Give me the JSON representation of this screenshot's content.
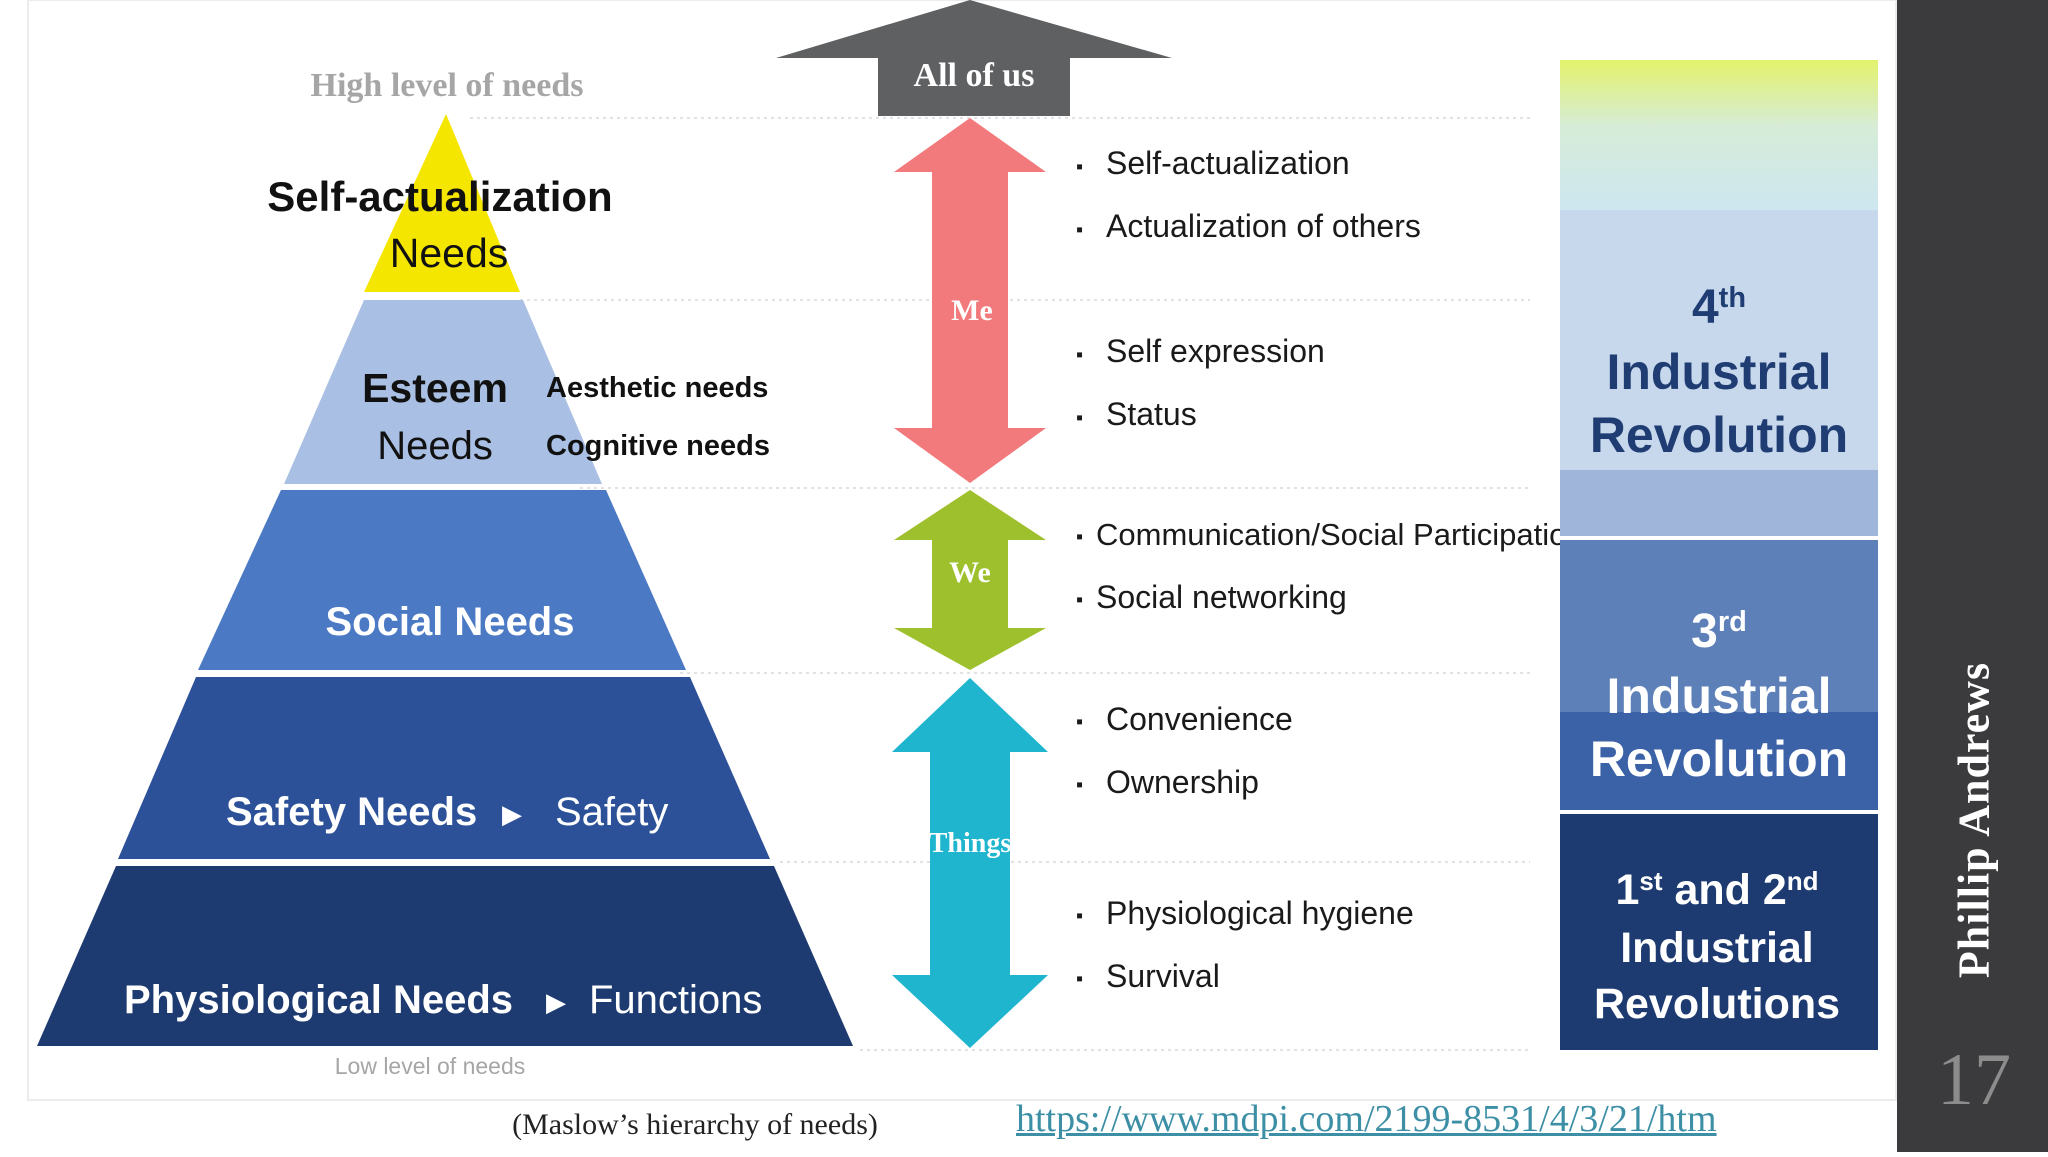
{
  "top_label": "High level of  needs",
  "bottom_label": "Low level of needs",
  "all_of_us": "All of us",
  "pyramid": {
    "self_actualization": {
      "title": "Self-actualization",
      "sub": "Needs"
    },
    "esteem": {
      "title": "Esteem",
      "sub": "Needs",
      "side1": "Aesthetic needs",
      "side2": "Cognitive needs"
    },
    "social": {
      "title": "Social Needs"
    },
    "safety": {
      "title": "Safety Needs",
      "arrow": "▶",
      "extra": "Safety"
    },
    "physiological": {
      "title": "Physiological  Needs",
      "arrow": "▶",
      "extra": "Functions"
    }
  },
  "arrows": {
    "me": "Me",
    "we": "We",
    "things": "Things"
  },
  "bullets": [
    {
      "text": "Self-actualization"
    },
    {
      "text": "Actualization of others"
    },
    {
      "text": "Self expression"
    },
    {
      "text": "Status"
    },
    {
      "text": "Communication/Social  Participation"
    },
    {
      "text": "Social networking"
    },
    {
      "text": "Convenience"
    },
    {
      "text": "Ownership"
    },
    {
      "text": "Physiological hygiene"
    },
    {
      "text": "Survival"
    }
  ],
  "bullet_marker": "▪",
  "revolutions": {
    "fourth": {
      "num": "4",
      "sup": "th",
      "line1": "Industrial",
      "line2": "Revolution"
    },
    "third": {
      "num": "3",
      "sup": "rd",
      "line1": "Industrial",
      "line2": "Revolution"
    },
    "first_second": {
      "num1": "1",
      "sup1": "st",
      "and": " and ",
      "num2": "2",
      "sup2": "nd",
      "line1": "Industrial",
      "line2": "Revolutions"
    }
  },
  "caption": "(Maslow’s hierarchy of needs)",
  "link": "https://www.mdpi.com/2199-8531/4/3/21/htm",
  "author": "Phillip Andrews",
  "slide_number": "17",
  "colors": {
    "sidebar": "#3b3b3d",
    "self_actualization": "#f5e600",
    "esteem": "#a9bfe3",
    "social": "#4c79c4",
    "safety": "#2d5198",
    "physiological": "#1e3b71",
    "me_arrow": "#f27a7c",
    "we_arrow": "#9ec02d",
    "things_arrow": "#1fb5cf",
    "link": "#3d8fa6"
  }
}
